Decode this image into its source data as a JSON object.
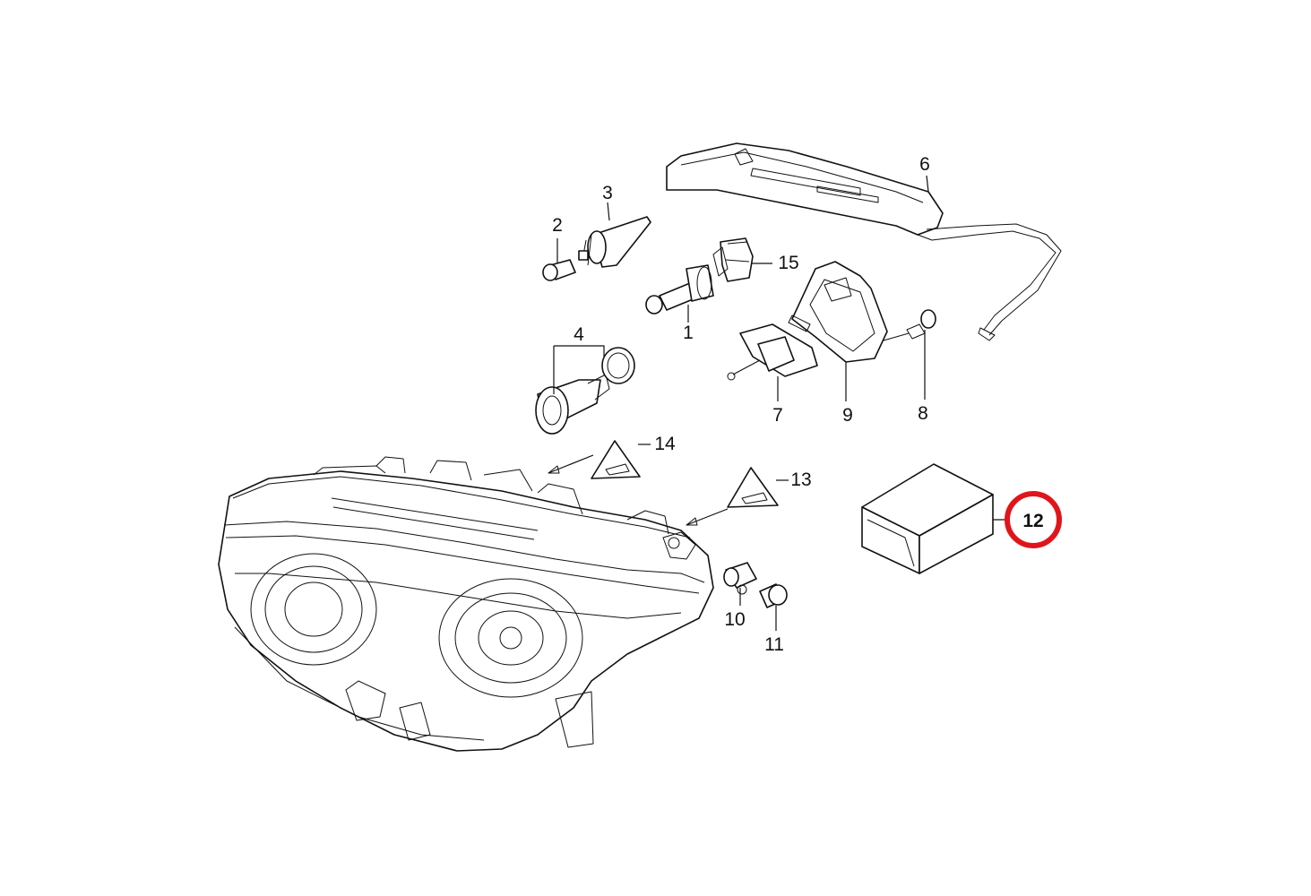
{
  "callouts": [
    {
      "id": "1",
      "label": "1"
    },
    {
      "id": "2",
      "label": "2"
    },
    {
      "id": "3",
      "label": "3"
    },
    {
      "id": "4",
      "label": "4"
    },
    {
      "id": "6",
      "label": "6"
    },
    {
      "id": "7",
      "label": "7"
    },
    {
      "id": "8",
      "label": "8"
    },
    {
      "id": "9",
      "label": "9"
    },
    {
      "id": "10",
      "label": "10"
    },
    {
      "id": "11",
      "label": "11"
    },
    {
      "id": "12",
      "label": "12"
    },
    {
      "id": "13",
      "label": "13"
    },
    {
      "id": "14",
      "label": "14"
    },
    {
      "id": "15",
      "label": "15"
    }
  ],
  "highlight": {
    "callout": "12",
    "ring_color": "#e0151b"
  },
  "colors": {
    "line": "#111111",
    "background": "#ffffff"
  }
}
